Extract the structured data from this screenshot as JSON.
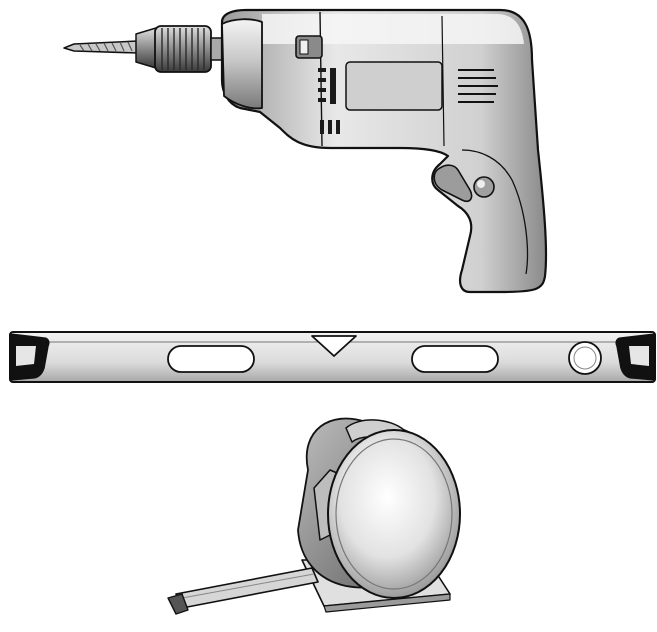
{
  "scene": {
    "background": "#ffffff",
    "items": [
      {
        "name": "power-drill",
        "kind": "tool"
      },
      {
        "name": "spirit-level",
        "kind": "tool"
      },
      {
        "name": "tape-measure",
        "kind": "tool"
      }
    ],
    "palette": {
      "outline": "#111111",
      "metal_dark": "#6e6e6e",
      "metal_mid": "#b5b5b5",
      "metal_light": "#ededed",
      "grip_black": "#111111"
    }
  }
}
